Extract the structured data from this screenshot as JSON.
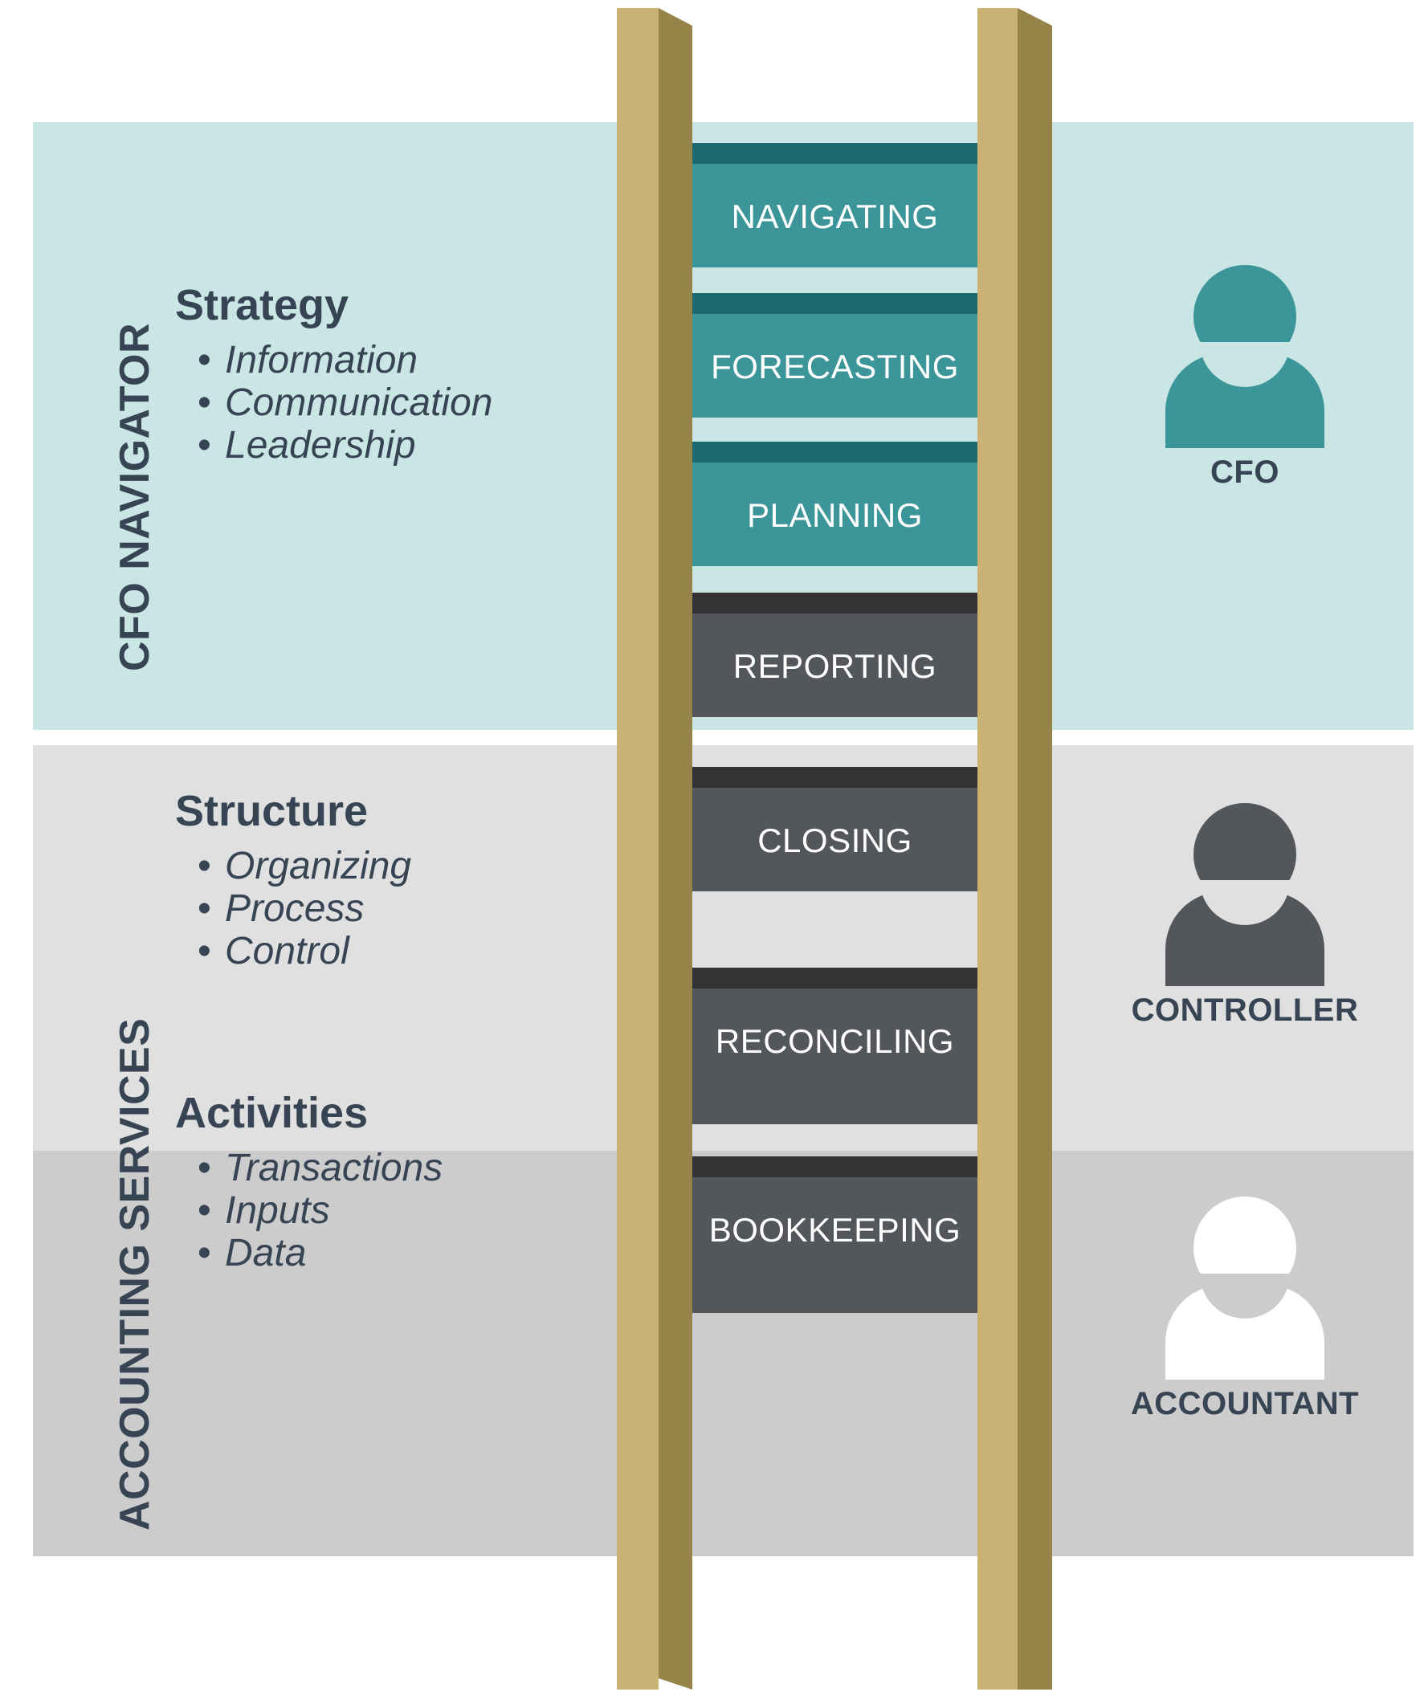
{
  "title": "CFO Ladder Diagram",
  "colors": {
    "teal_band": "#c9e6e5",
    "gray_band_structure": "#e0e0e0",
    "gray_band_activities": "#cccccc",
    "teal_accent": "#3b9599",
    "teal_dark": "#1c6a6f",
    "dark_gray": "#53565a",
    "dark_gray_cap": "#333333",
    "ladder_light": "#c9b273",
    "ladder_shadow": "#968347",
    "text_navy": "#374453",
    "white": "#ffffff"
  },
  "sections": [
    {
      "vertical_label": "CFO NAVIGATOR",
      "heading": "Strategy",
      "bullets": [
        "Information",
        "Communication",
        "Leadership"
      ],
      "band_color": "#c9e6e5",
      "role": {
        "label": "CFO",
        "avatar_color": "#3b9599",
        "avatar_icon": "person-icon"
      }
    },
    {
      "vertical_label": "ACCOUNTING SERVICES",
      "heading": "Structure",
      "bullets": [
        "Organizing",
        "Process",
        "Control"
      ],
      "band_color": "#e0e0e0",
      "role": {
        "label": "CONTROLLER",
        "avatar_color": "#53565a",
        "avatar_icon": "person-icon"
      }
    },
    {
      "vertical_label": "",
      "heading": "Activities",
      "bullets": [
        "Transactions",
        "Inputs",
        "Data"
      ],
      "band_color": "#cccccc",
      "role": {
        "label": "ACCOUNTANT",
        "avatar_color": "#ffffff",
        "avatar_icon": "person-icon"
      }
    }
  ],
  "ladder": {
    "rungs": [
      {
        "label": "NAVIGATING",
        "tier": "teal"
      },
      {
        "label": "FORECASTING",
        "tier": "teal"
      },
      {
        "label": "PLANNING",
        "tier": "teal"
      },
      {
        "label": "REPORTING",
        "tier": "dark"
      },
      {
        "label": "CLOSING",
        "tier": "dark"
      },
      {
        "label": "RECONCILING",
        "tier": "dark"
      },
      {
        "label": "BOOKKEEPING",
        "tier": "dark"
      }
    ]
  }
}
